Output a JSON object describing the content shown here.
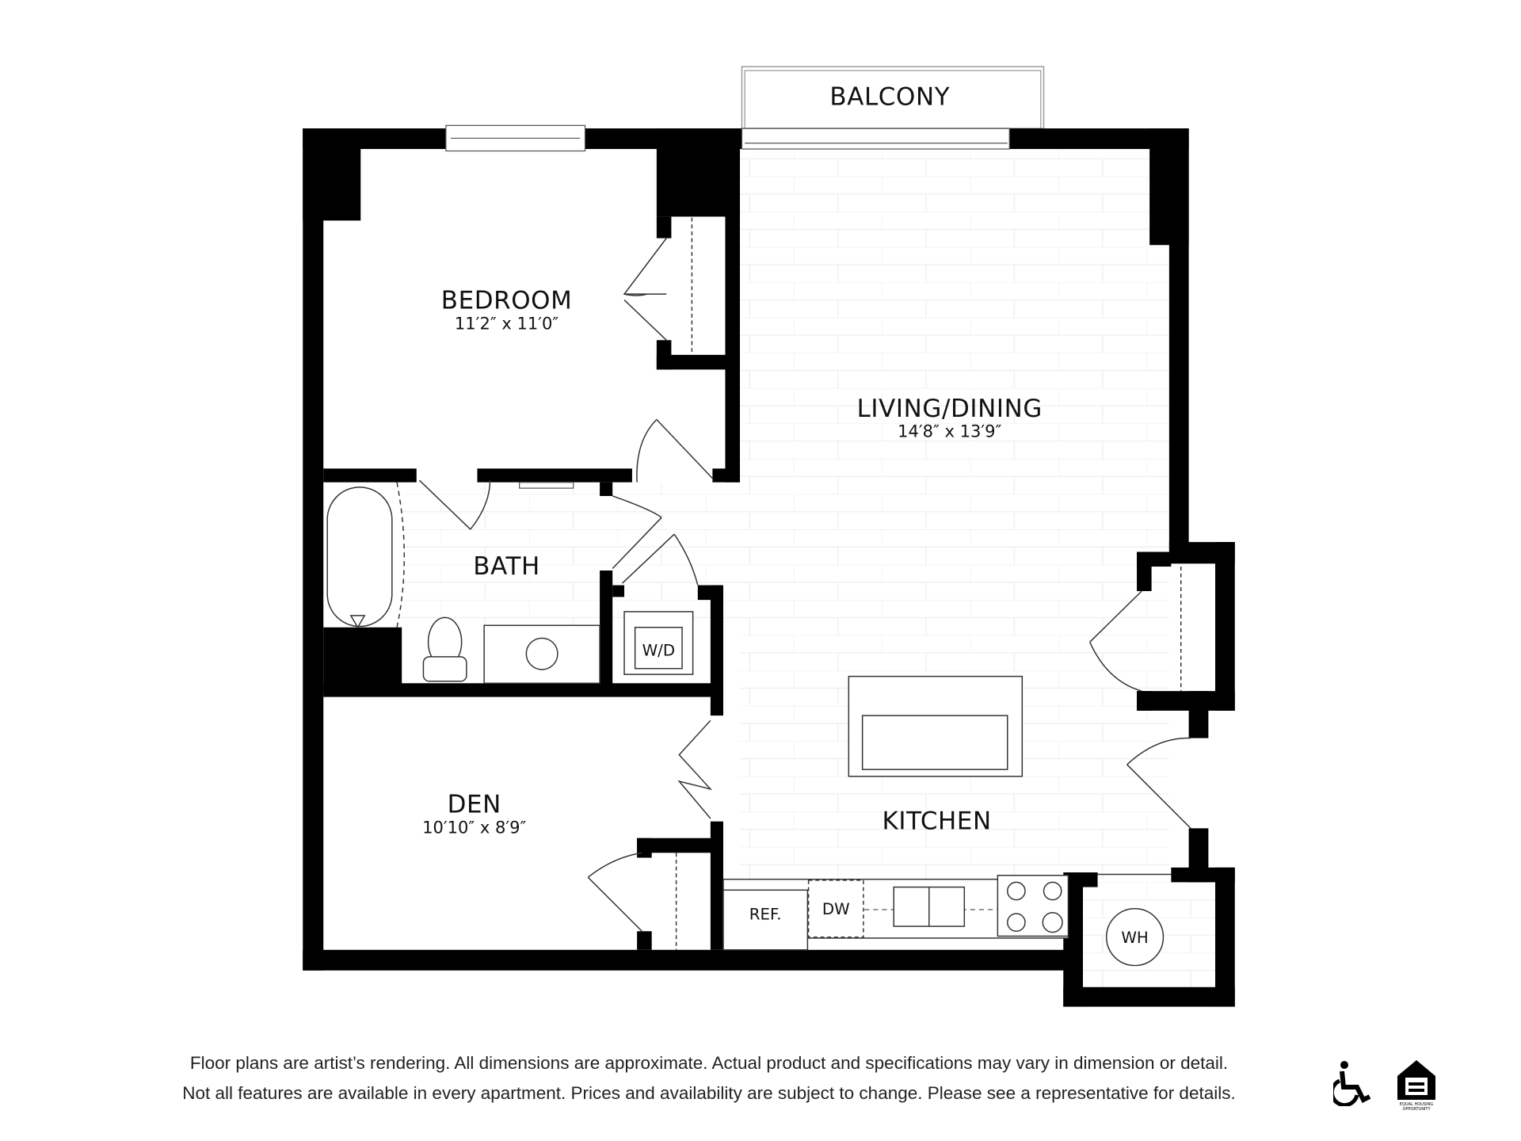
{
  "rooms": {
    "balcony": {
      "label": "BALCONY"
    },
    "bedroom": {
      "label": "BEDROOM",
      "dimensions": "11′2″ x 11′0″"
    },
    "living": {
      "label": "LIVING/DINING",
      "dimensions": "14′8″ x 13′9″"
    },
    "bath": {
      "label": "BATH"
    },
    "den": {
      "label": "DEN",
      "dimensions": "10′10″ x 8′9″"
    },
    "kitchen": {
      "label": "KITCHEN"
    }
  },
  "fixtures": {
    "washer_dryer": "W/D",
    "refrigerator": "REF.",
    "dishwasher": "DW",
    "water_heater": "WH"
  },
  "disclaimer": {
    "line1": "Floor plans are artist’s rendering. All dimensions are approximate. Actual product and specifications may vary in dimension or detail.",
    "line2": "Not all features are available in every apartment. Prices and availability are subject to change. Please see a representative for details."
  },
  "logos": {
    "accessibility": "wheelchair-icon",
    "equal_housing": "EQUAL HOUSING OPPORTUNITY"
  }
}
